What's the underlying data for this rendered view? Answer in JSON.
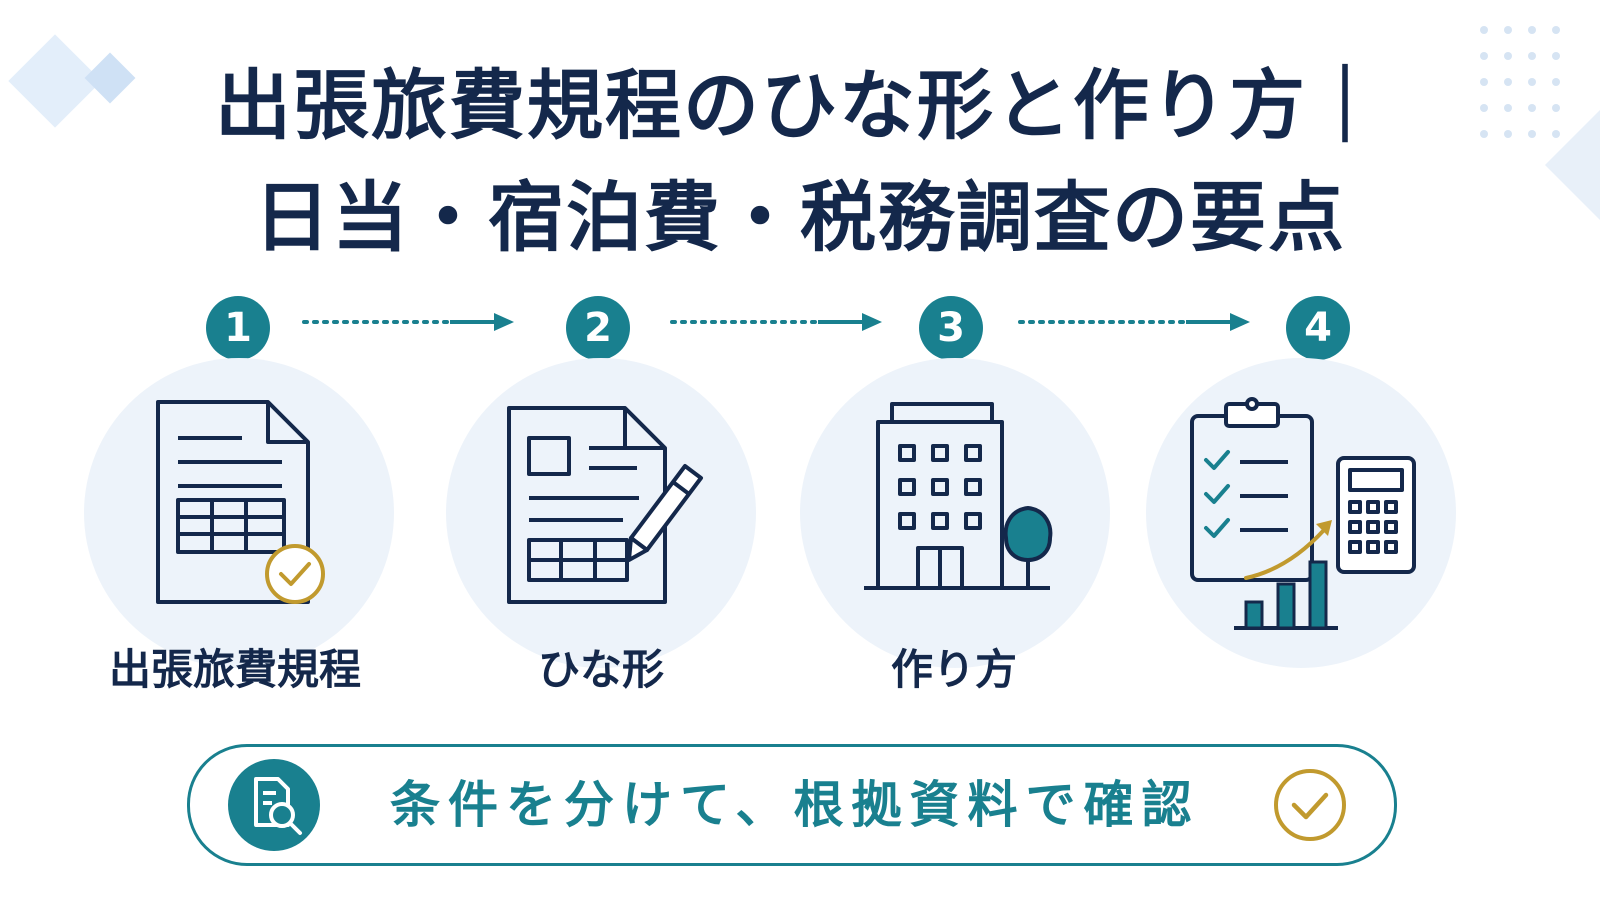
{
  "title": {
    "line1": "出張旅費規程のひな形と作り方｜",
    "line2": "日当・宿泊費・税務調査の要点"
  },
  "steps": [
    {
      "number": "1",
      "label": "出張旅費規程",
      "icon": "document-table-check-icon"
    },
    {
      "number": "2",
      "label": "ひな形",
      "icon": "form-pencil-icon"
    },
    {
      "number": "3",
      "label": "作り方",
      "icon": "building-tree-icon"
    },
    {
      "number": "4",
      "label": "",
      "icon": "clipboard-calculator-chart-icon"
    }
  ],
  "summary": {
    "text": "条件を分けて、根拠資料で確認",
    "icon": "document-search-icon",
    "end_icon": "check-circle-icon"
  },
  "colors": {
    "navy": "#14284b",
    "teal": "#19808f",
    "gold": "#c19a2e",
    "light_circle": "#edf3fa"
  }
}
